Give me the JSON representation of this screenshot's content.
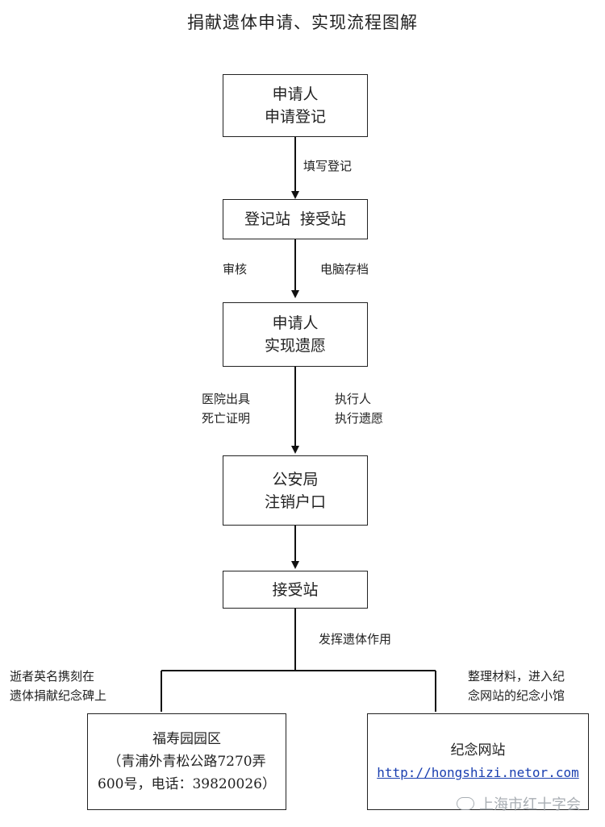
{
  "title": "捐献遗体申请、实现流程图解",
  "boxes": {
    "b1": [
      "申请人",
      "申请登记"
    ],
    "b2": [
      "登记站  接受站"
    ],
    "b3": [
      "申请人",
      "实现遗愿"
    ],
    "b4": [
      "公安局",
      "注销户口"
    ],
    "b5": [
      "接受站"
    ],
    "b6": [
      "福寿园园区",
      "（青浦外青松公路7270弄",
      "600号，电话：39820026）"
    ],
    "b7_title": "纪念网站",
    "b7_link": "http://hongshizi.netor.com"
  },
  "labels": {
    "l1": [
      "填写登记"
    ],
    "l2a": [
      "审核"
    ],
    "l2b": [
      "电脑存档"
    ],
    "l3a": [
      "医院出具",
      "死亡证明"
    ],
    "l3b": [
      "执行人",
      "执行遗愿"
    ],
    "l4": [
      "发挥遗体作用"
    ],
    "l5": [
      "逝者英名携刻在",
      "遗体捐献纪念碑上"
    ],
    "l6": [
      "整理材料，进入纪",
      "念网站的纪念小馆"
    ]
  },
  "watermark": "上海市红十字会"
}
